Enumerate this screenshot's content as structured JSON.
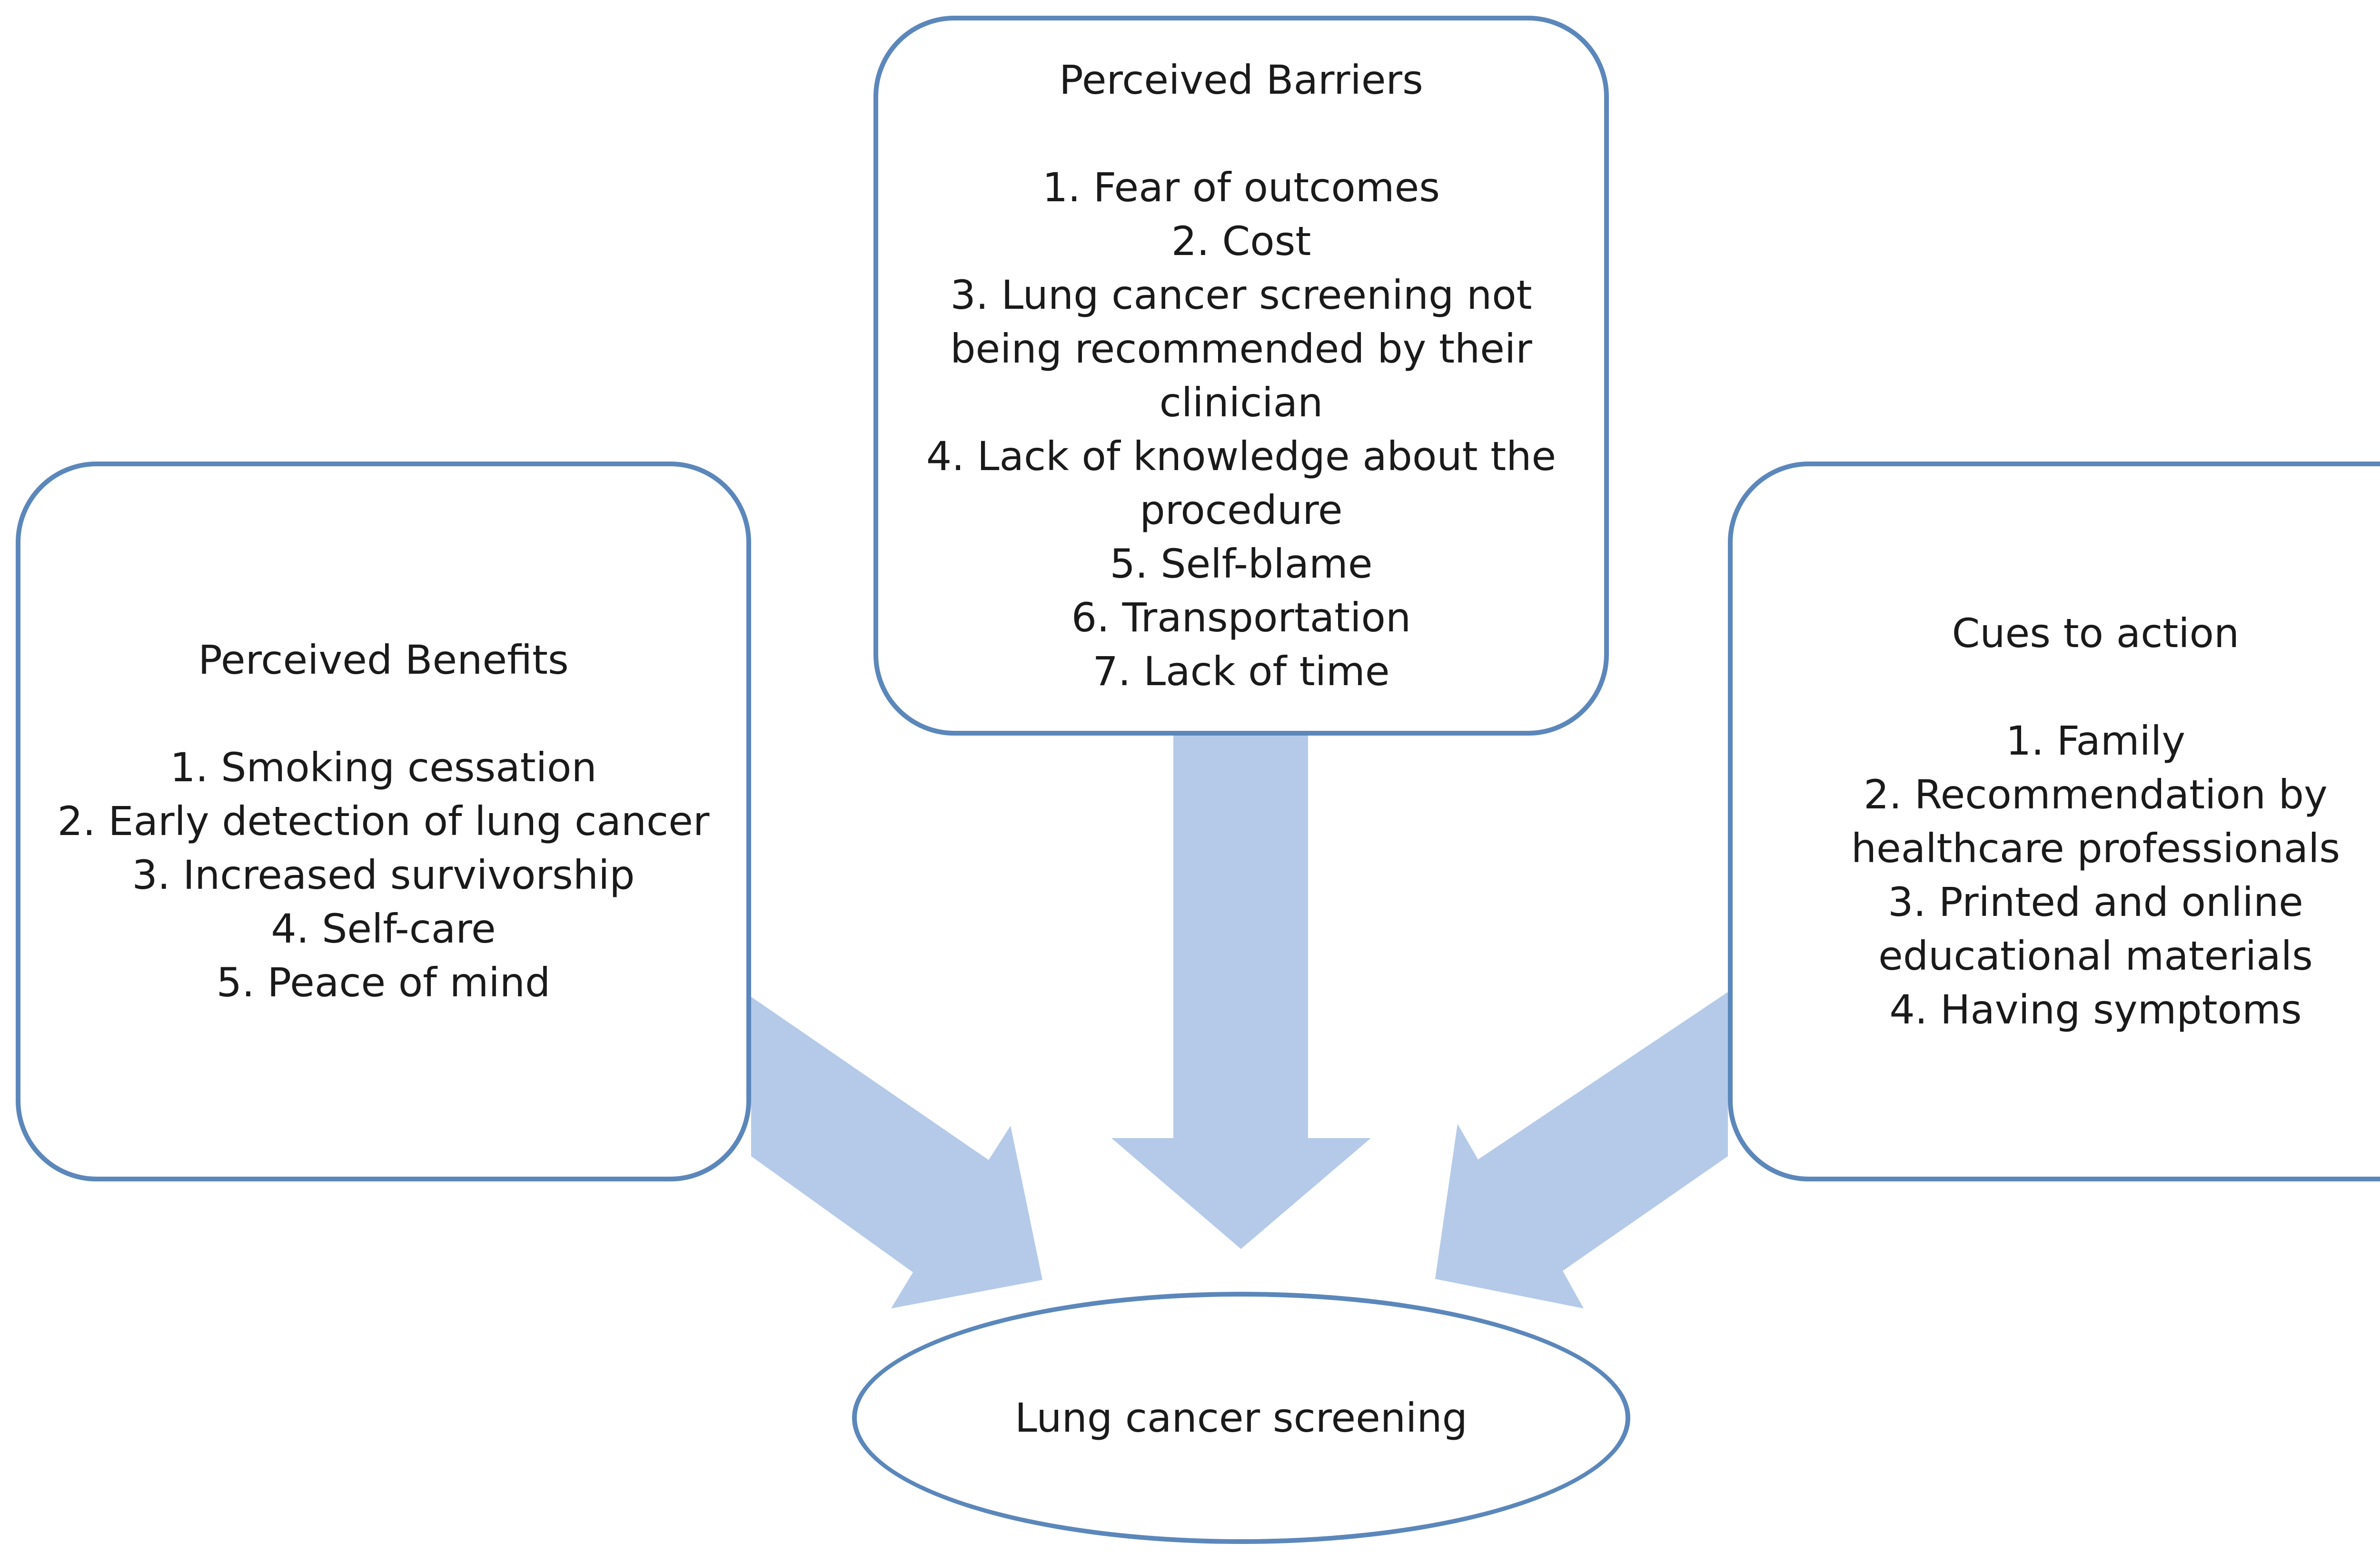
{
  "colors": {
    "box_border": "#5b87bb",
    "arrow_fill": "#b4cae8",
    "text": "#1a1a1a",
    "background": "#ffffff"
  },
  "barriers": {
    "title": "Perceived Barriers",
    "items": [
      "1. Fear of outcomes",
      "2. Cost",
      "3. Lung cancer screening not being recommended by their clinician",
      "4. Lack of knowledge about the procedure",
      "5. Self-blame",
      "6. Transportation",
      "7. Lack of time"
    ]
  },
  "benefits": {
    "title": "Perceived Benefits",
    "items": [
      "1. Smoking cessation",
      "2. Early detection of lung cancer",
      "3. Increased survivorship",
      "4. Self-care",
      "5. Peace of mind"
    ]
  },
  "cues": {
    "title": "Cues to action",
    "items": [
      "1. Family",
      "2. Recommendation by healthcare professionals",
      "3. Printed and online educational materials",
      "4. Having symptoms"
    ]
  },
  "outcome": {
    "label": "Lung cancer screening"
  }
}
